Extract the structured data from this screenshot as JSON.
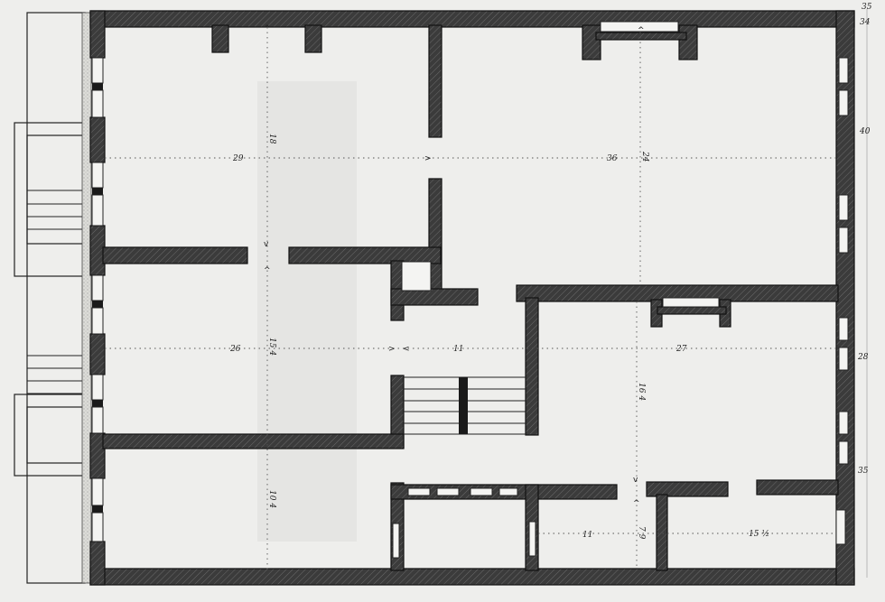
{
  "drawing": {
    "type": "architectural floor plan",
    "colors": {
      "paper": "#eeeeec",
      "wall_fill": "#3a3a3a",
      "line": "#1a1a1a"
    }
  },
  "rooms": [
    {
      "id": "upper-left",
      "width_label": "29",
      "height_label": "18"
    },
    {
      "id": "upper-right",
      "width_label": "36",
      "height_label": "24"
    },
    {
      "id": "middle-left",
      "width_label": "26",
      "height_label": "15 4"
    },
    {
      "id": "stair-hall",
      "width_label": "11"
    },
    {
      "id": "middle-right",
      "width_label": "27",
      "height_label": "16 4"
    },
    {
      "id": "lower-left",
      "height_label": "10 4"
    },
    {
      "id": "lower-small",
      "width_label": "11",
      "height_label": "7 9"
    },
    {
      "id": "lower-right",
      "width_label": "15 ½"
    }
  ],
  "scale_marks": {
    "right_margin": [
      "35",
      "34",
      "40",
      "28",
      "35"
    ]
  },
  "arrows": {
    "up": "^",
    "down": "v",
    "left": "<",
    "right": ">"
  }
}
